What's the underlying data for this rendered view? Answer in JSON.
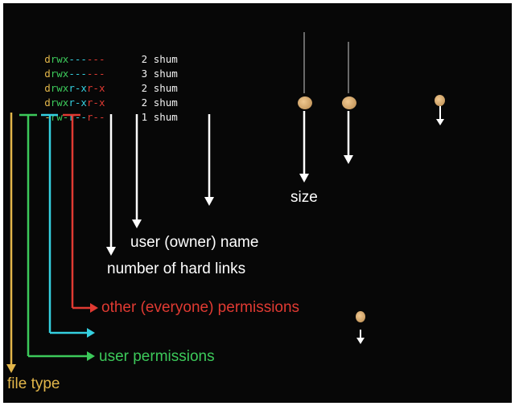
{
  "listing": [
    {
      "type": "d",
      "user": "rwx",
      "group": "---",
      "other": "---",
      "links": "2",
      "owner": "shum"
    },
    {
      "type": "d",
      "user": "rwx",
      "group": "---",
      "other": "---",
      "links": "3",
      "owner": "shum"
    },
    {
      "type": "d",
      "user": "rwx",
      "group": "r-x",
      "other": "r-x",
      "links": "2",
      "owner": "shum"
    },
    {
      "type": "d",
      "user": "rwx",
      "group": "r-x",
      "other": "r-x",
      "links": "2",
      "owner": "shum"
    },
    {
      "type": "-",
      "user": "rw-",
      "group": "r--",
      "other": "r--",
      "links": "1",
      "owner": "shum"
    }
  ],
  "labels": {
    "size": "size",
    "owner_name": "user (owner) name",
    "hard_links": "number of hard links",
    "other_permissions": "other (everyone) permissions",
    "user_permissions": "user permissions",
    "file_type": "file type"
  },
  "colors": {
    "file_type": "#e2b64a",
    "user": "#3cc95a",
    "group": "#35d0e0",
    "other": "#e03a32",
    "text": "#ffffff",
    "background": "#070707"
  }
}
